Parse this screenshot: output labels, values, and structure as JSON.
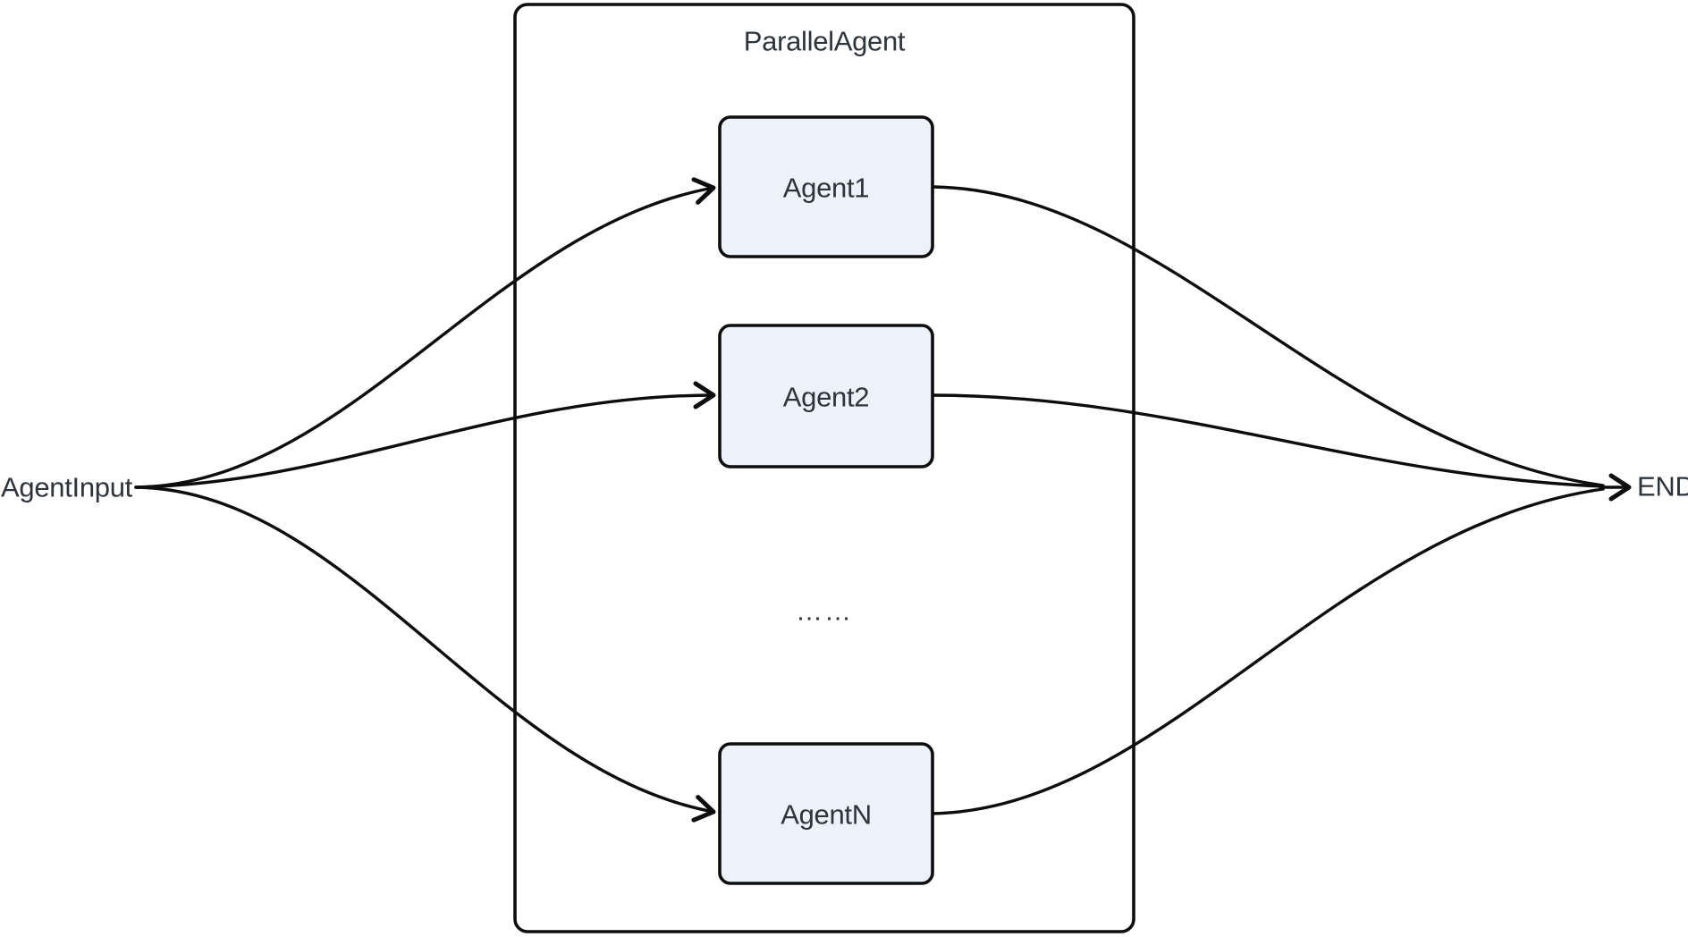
{
  "diagram": {
    "type": "flowchart",
    "container": {
      "title": "ParallelAgent"
    },
    "source_label": "AgentInput",
    "end_label": "END",
    "agents": [
      {
        "label": "Agent1"
      },
      {
        "label": "Agent2"
      },
      {
        "label": "AgentN"
      }
    ],
    "ellipsis": "……",
    "edges": [
      {
        "from": "AgentInput",
        "to": "Agent1"
      },
      {
        "from": "AgentInput",
        "to": "Agent2"
      },
      {
        "from": "AgentInput",
        "to": "AgentN"
      },
      {
        "from": "Agent1",
        "to": "END"
      },
      {
        "from": "Agent2",
        "to": "END"
      },
      {
        "from": "AgentN",
        "to": "END"
      }
    ],
    "colors": {
      "node_fill": "#ecf1fa",
      "line": "#0d0d0d",
      "text": "#2e343b",
      "background": "#ffffff"
    }
  }
}
